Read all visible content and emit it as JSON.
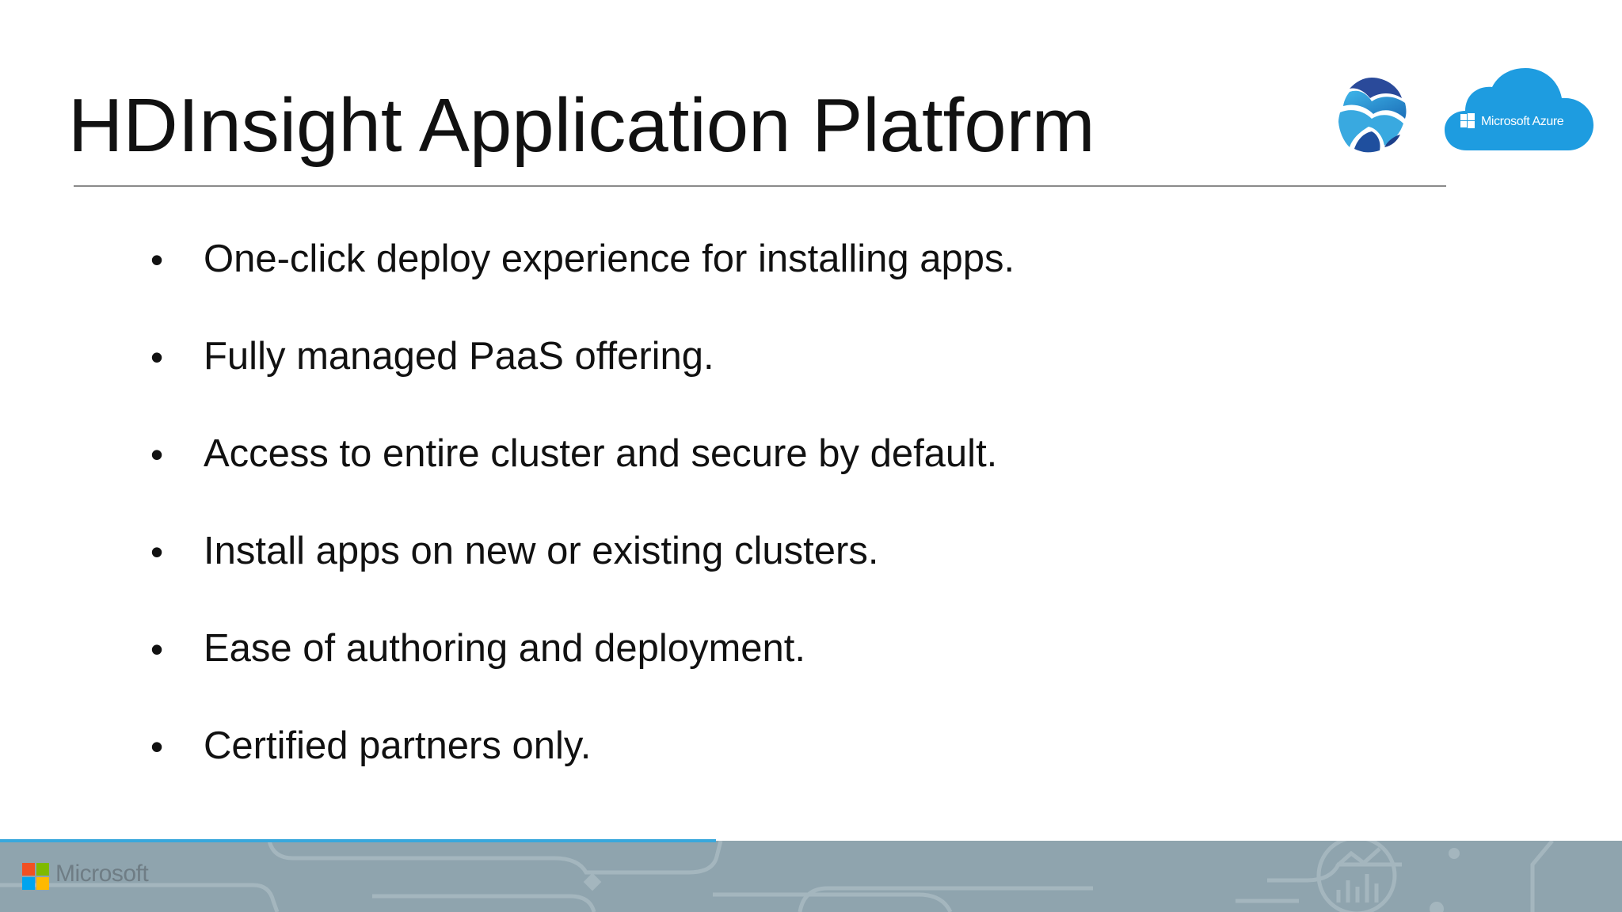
{
  "slide": {
    "title": "HDInsight Application Platform",
    "bullets": [
      "One-click deploy experience for installing apps.",
      "Fully managed PaaS offering.",
      "Access to entire cluster and secure by default.",
      "Install apps on new or existing clusters.",
      "Ease of authoring and deployment.",
      "Certified partners only."
    ],
    "bullet_symbol": "•"
  },
  "logos": {
    "hdinsight": "hdinsight-logo-icon",
    "azure": {
      "icon": "azure-cloud-icon",
      "text": "Microsoft Azure",
      "color": "#1e9ce0"
    }
  },
  "footer": {
    "brand": "Microsoft",
    "background_color": "#8fa4ae",
    "accent_color": "#39a8dc"
  }
}
